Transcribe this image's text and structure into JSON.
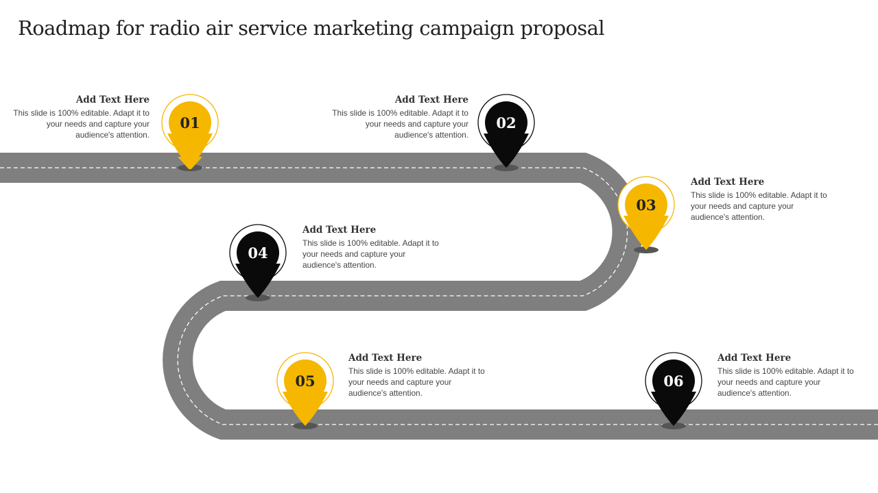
{
  "title": "Roadmap for radio air service marketing campaign proposal",
  "colors": {
    "yellow": "#F5B700",
    "black": "#0a0a0a",
    "road": "#7f7f7f"
  },
  "steps": [
    {
      "num": "01",
      "heading": "Add Text Here",
      "body": "This slide is 100% editable. Adapt it to your needs and capture your audience's attention."
    },
    {
      "num": "02",
      "heading": "Add Text Here",
      "body": "This slide is 100% editable. Adapt it to your needs and capture your audience's attention."
    },
    {
      "num": "03",
      "heading": "Add Text Here",
      "body": "This slide is 100% editable. Adapt it to your needs and capture your audience's attention."
    },
    {
      "num": "04",
      "heading": "Add Text Here",
      "body": "This slide is 100% editable. Adapt it to your needs and capture your audience's attention."
    },
    {
      "num": "05",
      "heading": "Add Text Here",
      "body": "This slide is 100% editable. Adapt it to your needs and capture your audience's attention."
    },
    {
      "num": "06",
      "heading": "Add Text Here",
      "body": "This slide is 100% editable. Adapt it to your needs and capture your audience's attention."
    }
  ]
}
